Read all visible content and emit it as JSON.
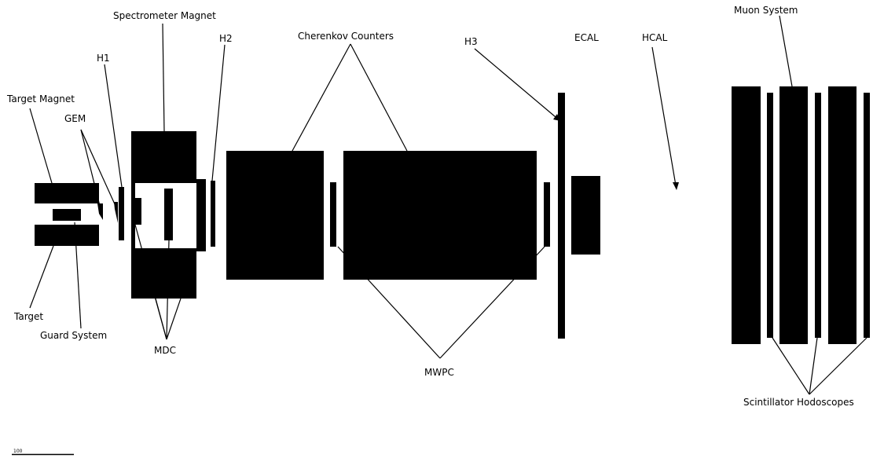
{
  "diagram": {
    "labels": {
      "spectrometer_magnet": "Spectrometer Magnet",
      "cherenkov_counters": "Cherenkov Counters",
      "muon_system": "Muon System",
      "h1": "H1",
      "h2": "H2",
      "h3": "H3",
      "ecal": "ECAL",
      "hcal": "HCAL",
      "target_magnet": "Target Magnet",
      "gem": "GEM",
      "target": "Target",
      "guard_system": "Guard System",
      "mdc": "MDC",
      "mwpc": "MWPC",
      "scintillator_hodoscopes": "Scintillator Hodoscopes"
    },
    "scale_bar": {
      "label": "100"
    },
    "colors": {
      "ink": "#000000",
      "background": "#ffffff"
    }
  }
}
